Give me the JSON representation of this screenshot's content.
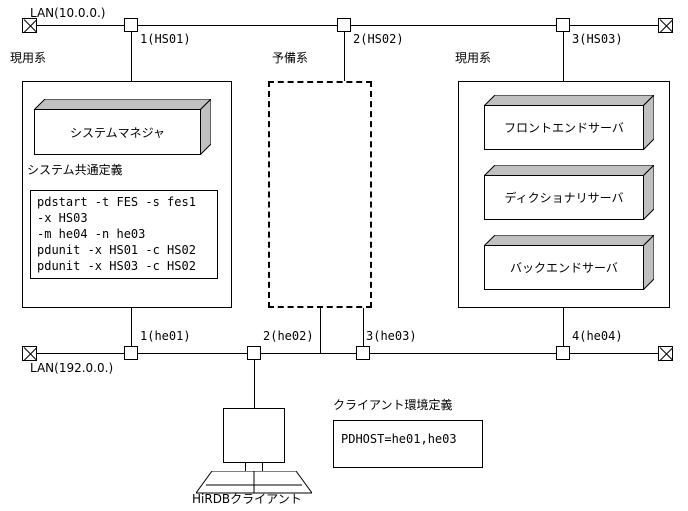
{
  "diagram": {
    "title": "HiRDB system configuration (HA / standby) diagram",
    "colors": {
      "line": "#000000",
      "fill": "#ffffff",
      "box_3d_shade": "#c0c0c0"
    }
  },
  "top_lan": {
    "name": "LAN(10.0.0.)",
    "nodes": [
      {
        "label": "1(HS01)"
      },
      {
        "label": "2(HS02)"
      },
      {
        "label": "3(HS03)"
      }
    ],
    "terminator_icon_left": "lan-terminator-icon",
    "terminator_icon_right": "lan-terminator-icon"
  },
  "bottom_lan": {
    "name": "LAN(192.0.0.)",
    "nodes": [
      {
        "label": "1(he01)"
      },
      {
        "label": "2(he02)"
      },
      {
        "label": "3(he03)"
      },
      {
        "label": "4(he04)"
      }
    ],
    "terminator_icon_left": "lan-terminator-icon",
    "terminator_icon_right": "lan-terminator-icon"
  },
  "left_system": {
    "caption": "現用系",
    "manager_box_label": "システムマネジャ",
    "config_caption": "システム共通定義",
    "config_lines": [
      "pdstart -t FES  -s fes1",
      "        -x HS03",
      "        -m he04 -n he03",
      "pdunit  -x HS01 -c HS02",
      "pdunit  -x HS03 -c HS02"
    ]
  },
  "standby_system": {
    "caption": "予備系"
  },
  "right_system": {
    "caption": "現用系",
    "servers": [
      {
        "label": "フロントエンドサーバ"
      },
      {
        "label": "ディクショナリサーバ"
      },
      {
        "label": "バックエンドサーバ"
      }
    ]
  },
  "client": {
    "label": "HiRDBクライアント",
    "env_caption": "クライアント環境定義",
    "env_lines": [
      "PDHOST=he01,he03"
    ]
  }
}
